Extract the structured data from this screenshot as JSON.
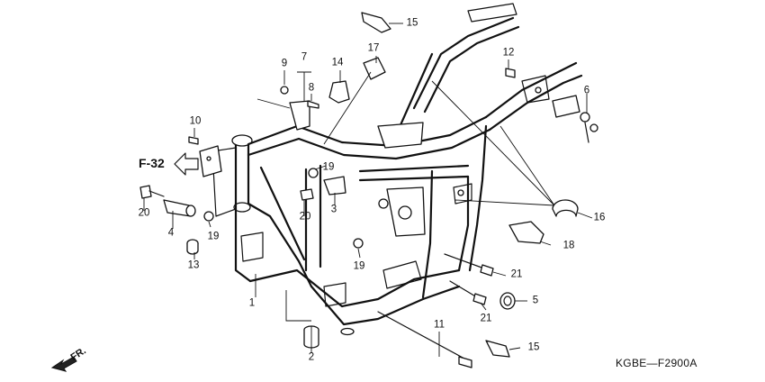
{
  "diagram": {
    "callouts": {
      "c1": "1",
      "c2": "2",
      "c3": "3",
      "c4": "4",
      "c5": "5",
      "c6": "6",
      "c7": "7",
      "c8": "8",
      "c9": "9",
      "c10": "10",
      "c11": "11",
      "c12": "12",
      "c13": "13",
      "c14": "14",
      "c15a": "15",
      "c15b": "15",
      "c16": "16",
      "c17": "17",
      "c18": "18",
      "c19a": "19",
      "c19b": "19",
      "c19c": "19",
      "c20a": "20",
      "c20b": "20",
      "c21a": "21",
      "c21b": "21"
    },
    "reference": "F-32",
    "diagram_code": "KGBE—F2900A",
    "front_label": "FR."
  }
}
